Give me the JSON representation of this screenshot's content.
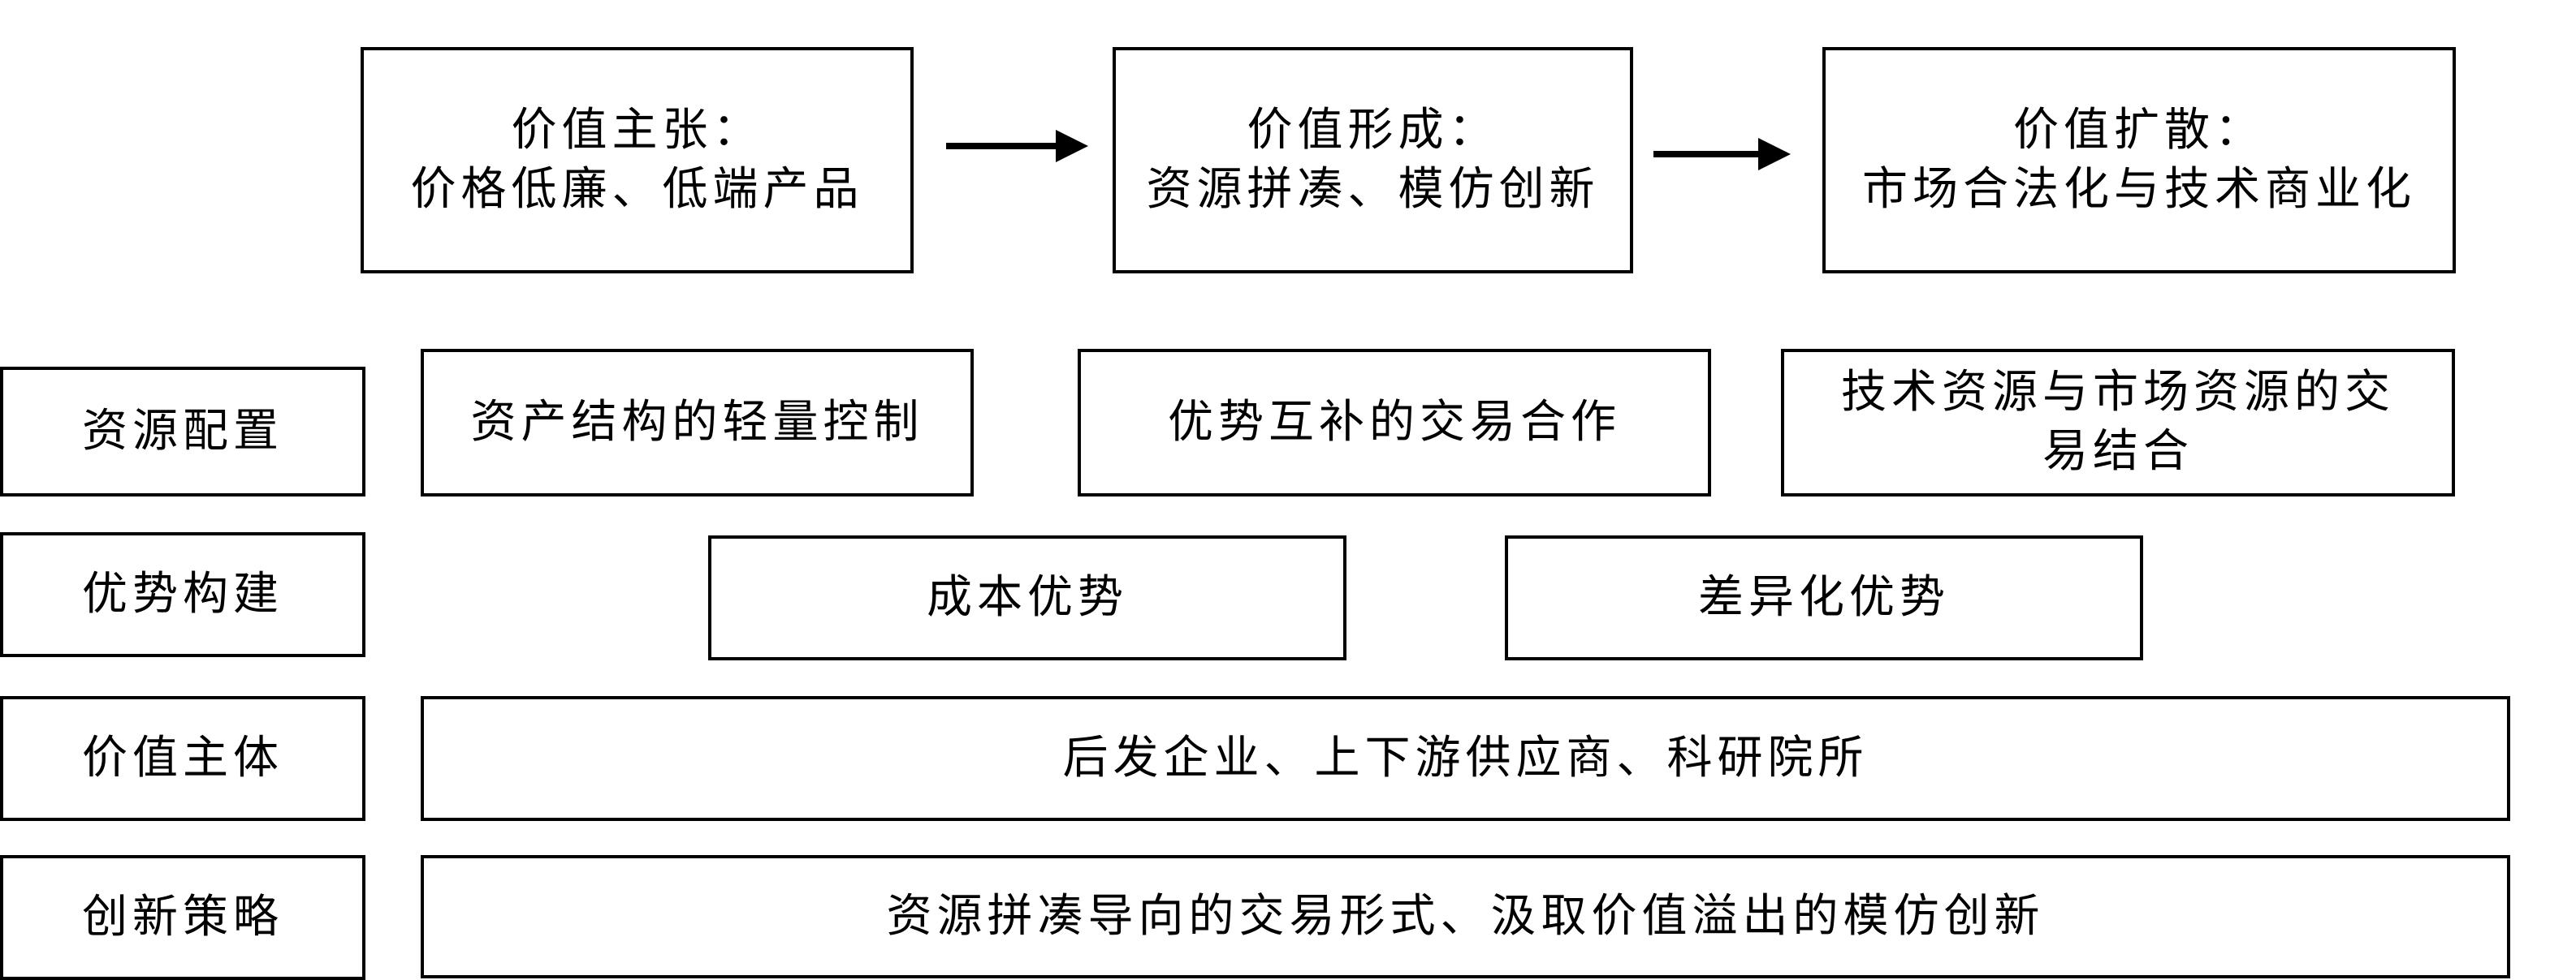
{
  "value_chain": {
    "stage1": {
      "heading": "价值主张：",
      "detail": "价格低廉、低端产品"
    },
    "stage2": {
      "heading": "价值形成：",
      "detail": "资源拼凑、模仿创新"
    },
    "stage3": {
      "heading": "价值扩散：",
      "detail": "市场合法化与技术商业化"
    }
  },
  "rows": {
    "resource_allocation": {
      "label": "资源配置",
      "items": [
        "资产结构的轻量控制",
        "优势互补的交易合作",
        "技术资源与市场资源的交易结合"
      ]
    },
    "advantage_building": {
      "label": "优势构建",
      "items": [
        "成本优势",
        "差异化优势"
      ]
    },
    "value_subject": {
      "label": "价值主体",
      "content": "后发企业、上下游供应商、科研院所"
    },
    "innovation_strategy": {
      "label": "创新策略",
      "content": "资源拼凑导向的交易形式、汲取价值溢出的模仿创新"
    }
  }
}
